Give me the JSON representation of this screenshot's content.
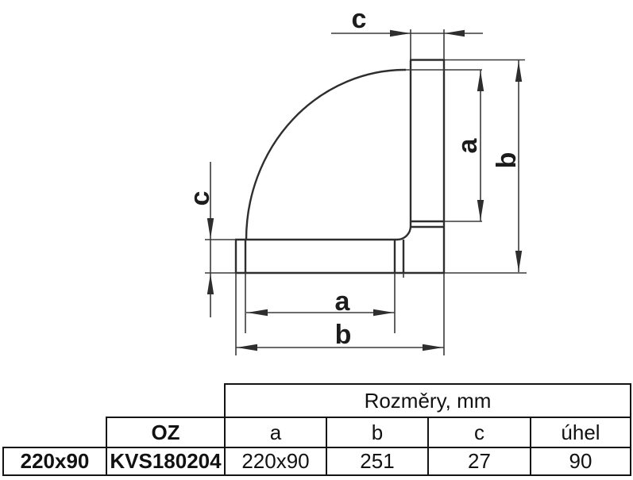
{
  "colors": {
    "line": "#2e2e2e",
    "table_border": "#141414",
    "text": "#111111",
    "background": "#ffffff"
  },
  "drawing": {
    "description": "90-degree flat duct elbow side view with dimension lines",
    "dim_labels": {
      "c_top": "c",
      "c_left": "c",
      "a_right": "a",
      "b_right": "b",
      "a_bottom": "a",
      "b_bottom": "b"
    }
  },
  "table": {
    "span_header": "Rozměry, mm",
    "columns": [
      "",
      "OZ",
      "a",
      "b",
      "c",
      "úhel"
    ],
    "rows": [
      {
        "size": "220x90",
        "code": "KVS180204",
        "a": "220x90",
        "b": "251",
        "c": "27",
        "angle": "90"
      }
    ]
  }
}
